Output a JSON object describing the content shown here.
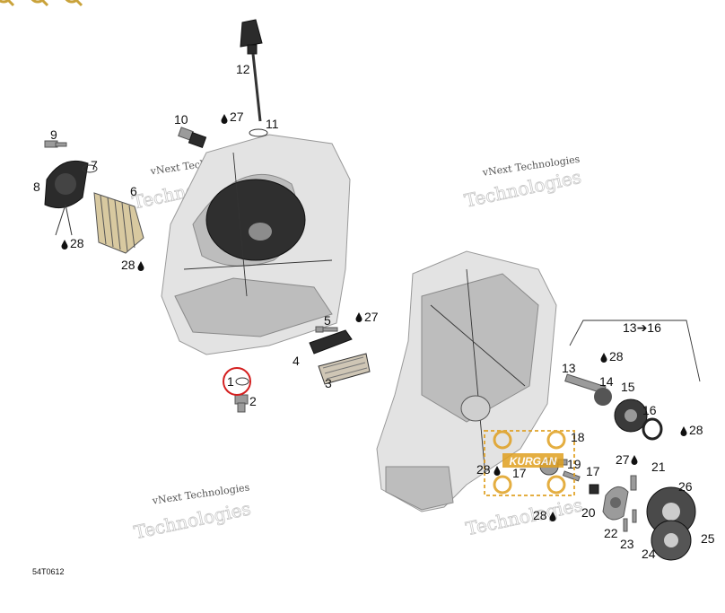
{
  "watermark": {
    "line1": "vNext Technologies",
    "line2": "Technologies"
  },
  "kurgan": "KURGAN",
  "drawing_code": "54T0612",
  "callouts": {
    "c1": "1",
    "c2": "2",
    "c3": "3",
    "c4": "4",
    "c5": "5",
    "c6": "6",
    "c7": "7",
    "c8": "8",
    "c9": "9",
    "c10": "10",
    "c11": "11",
    "c12": "12",
    "c13": "13",
    "c13range": "13➔16",
    "c14": "14",
    "c15": "15",
    "c16": "16",
    "c17a": "17",
    "c17b": "17",
    "c18": "18",
    "c19": "19",
    "c20": "20",
    "c21": "21",
    "c22": "22",
    "c23": "23",
    "c24": "24",
    "c25": "25",
    "c26": "26",
    "c27a": "27",
    "c27b": "27",
    "c27c": "27",
    "c28a": "28",
    "c28b": "28",
    "c28c": "28",
    "c28d": "28",
    "c28e": "28",
    "c28f": "28"
  },
  "colors": {
    "highlight_circle": "#d42020",
    "toolbar_icons": "#c9a23a",
    "kurgan_logo": "#e0a020"
  },
  "icons": [
    "zoom-out-icon",
    "zoom-in-icon",
    "zoom-reset-icon",
    "oil-drop-icon"
  ]
}
